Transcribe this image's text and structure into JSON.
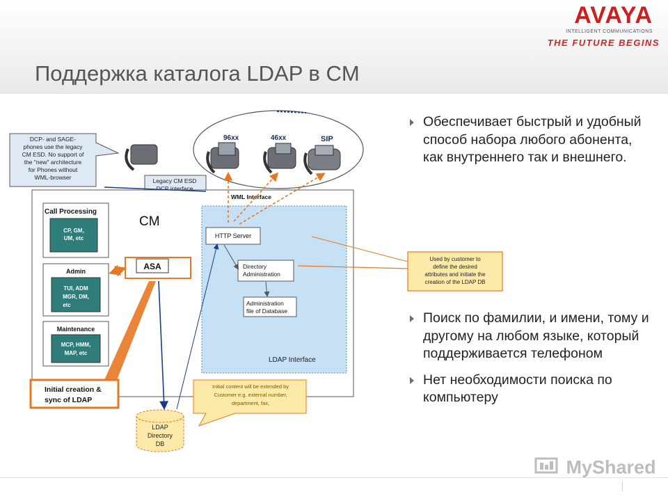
{
  "branding": {
    "logo": "AVAYA",
    "logo_sub": "INTELLIGENT COMMUNICATIONS",
    "tagline": "THE FUTURE BEGINS"
  },
  "title": "Поддержка каталога LDAP в CM",
  "bullets": [
    "Обеспечивает быстрый и удобный способ набора любого абонента, как внутреннего так и внешнего.",
    "Поиск по фамилии, и имени, тому и другому на любом языке, который поддерживается телефоном",
    "Нет необходимости поиска по компьютеру"
  ],
  "diagram": {
    "phones": {
      "p96": "96xx",
      "p46": "46xx",
      "sip": "SIP"
    },
    "dcp_note": [
      "DCP- and SAGE-",
      "phones use the legacy",
      "CM ESD. No support of",
      "the \"new\" architecture",
      "for Phones without",
      "WML-browser"
    ],
    "legacy_note": [
      "Legacy CM ESD",
      "DCP interface"
    ],
    "wml": "WML Interface",
    "cm": "CM",
    "call_processing": {
      "title": "Call Processing",
      "lines": [
        "CP, GM,",
        "UM, etc"
      ]
    },
    "admin": {
      "title": "Admin",
      "lines": [
        "TUI, ADM",
        "MGR, DM,",
        "etc"
      ]
    },
    "maintenance": {
      "title": "Maintenance",
      "lines": [
        "MCP, HMM,",
        "MAP, etc"
      ]
    },
    "asa": "ASA",
    "http_server": "HTTP Server",
    "dir_admin": [
      "Directory",
      "Administration"
    ],
    "admin_file": [
      "Administration",
      "file of Database"
    ],
    "ldap_interface": "LDAP Interface",
    "used_note": [
      "Used by customer to",
      "define the desired",
      "attributes and initiate the",
      "creation of the LDAP DB"
    ],
    "initial_creation": [
      "Initial creation &",
      "sync of LDAP"
    ],
    "initial_content": [
      "Initial content will be extended by",
      "Customer e.g. external number,",
      "department, fax,"
    ],
    "ldap_db": [
      "LDAP",
      "Directory",
      "DB"
    ]
  },
  "watermark": "MyShared",
  "colors": {
    "brand_red": "#cc1f1f",
    "orange": "#e87722",
    "note_fill": "#fde9a8",
    "ldap_fill": "#c6e0f5",
    "module_green": "#2e7d7a"
  }
}
